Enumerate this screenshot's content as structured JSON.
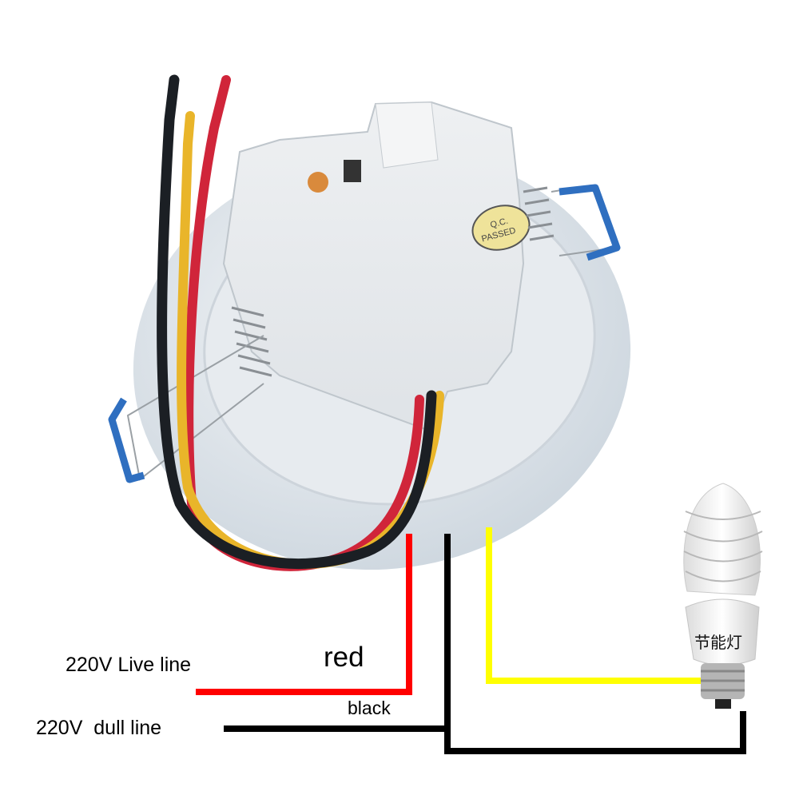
{
  "labels": {
    "live_line": "220V Live line",
    "neutral_line": "220V  dull line",
    "red": "red",
    "black": "black"
  },
  "sticker": {
    "line1": "Q.C.",
    "line2": "PASSED"
  },
  "bulb": {
    "label": "节能灯"
  },
  "colors": {
    "red_wire": "#ff0000",
    "black_wire": "#000000",
    "yellow_wire": "#ffff00",
    "clip": "#2f6fc0",
    "sticker": "#efe39a"
  }
}
